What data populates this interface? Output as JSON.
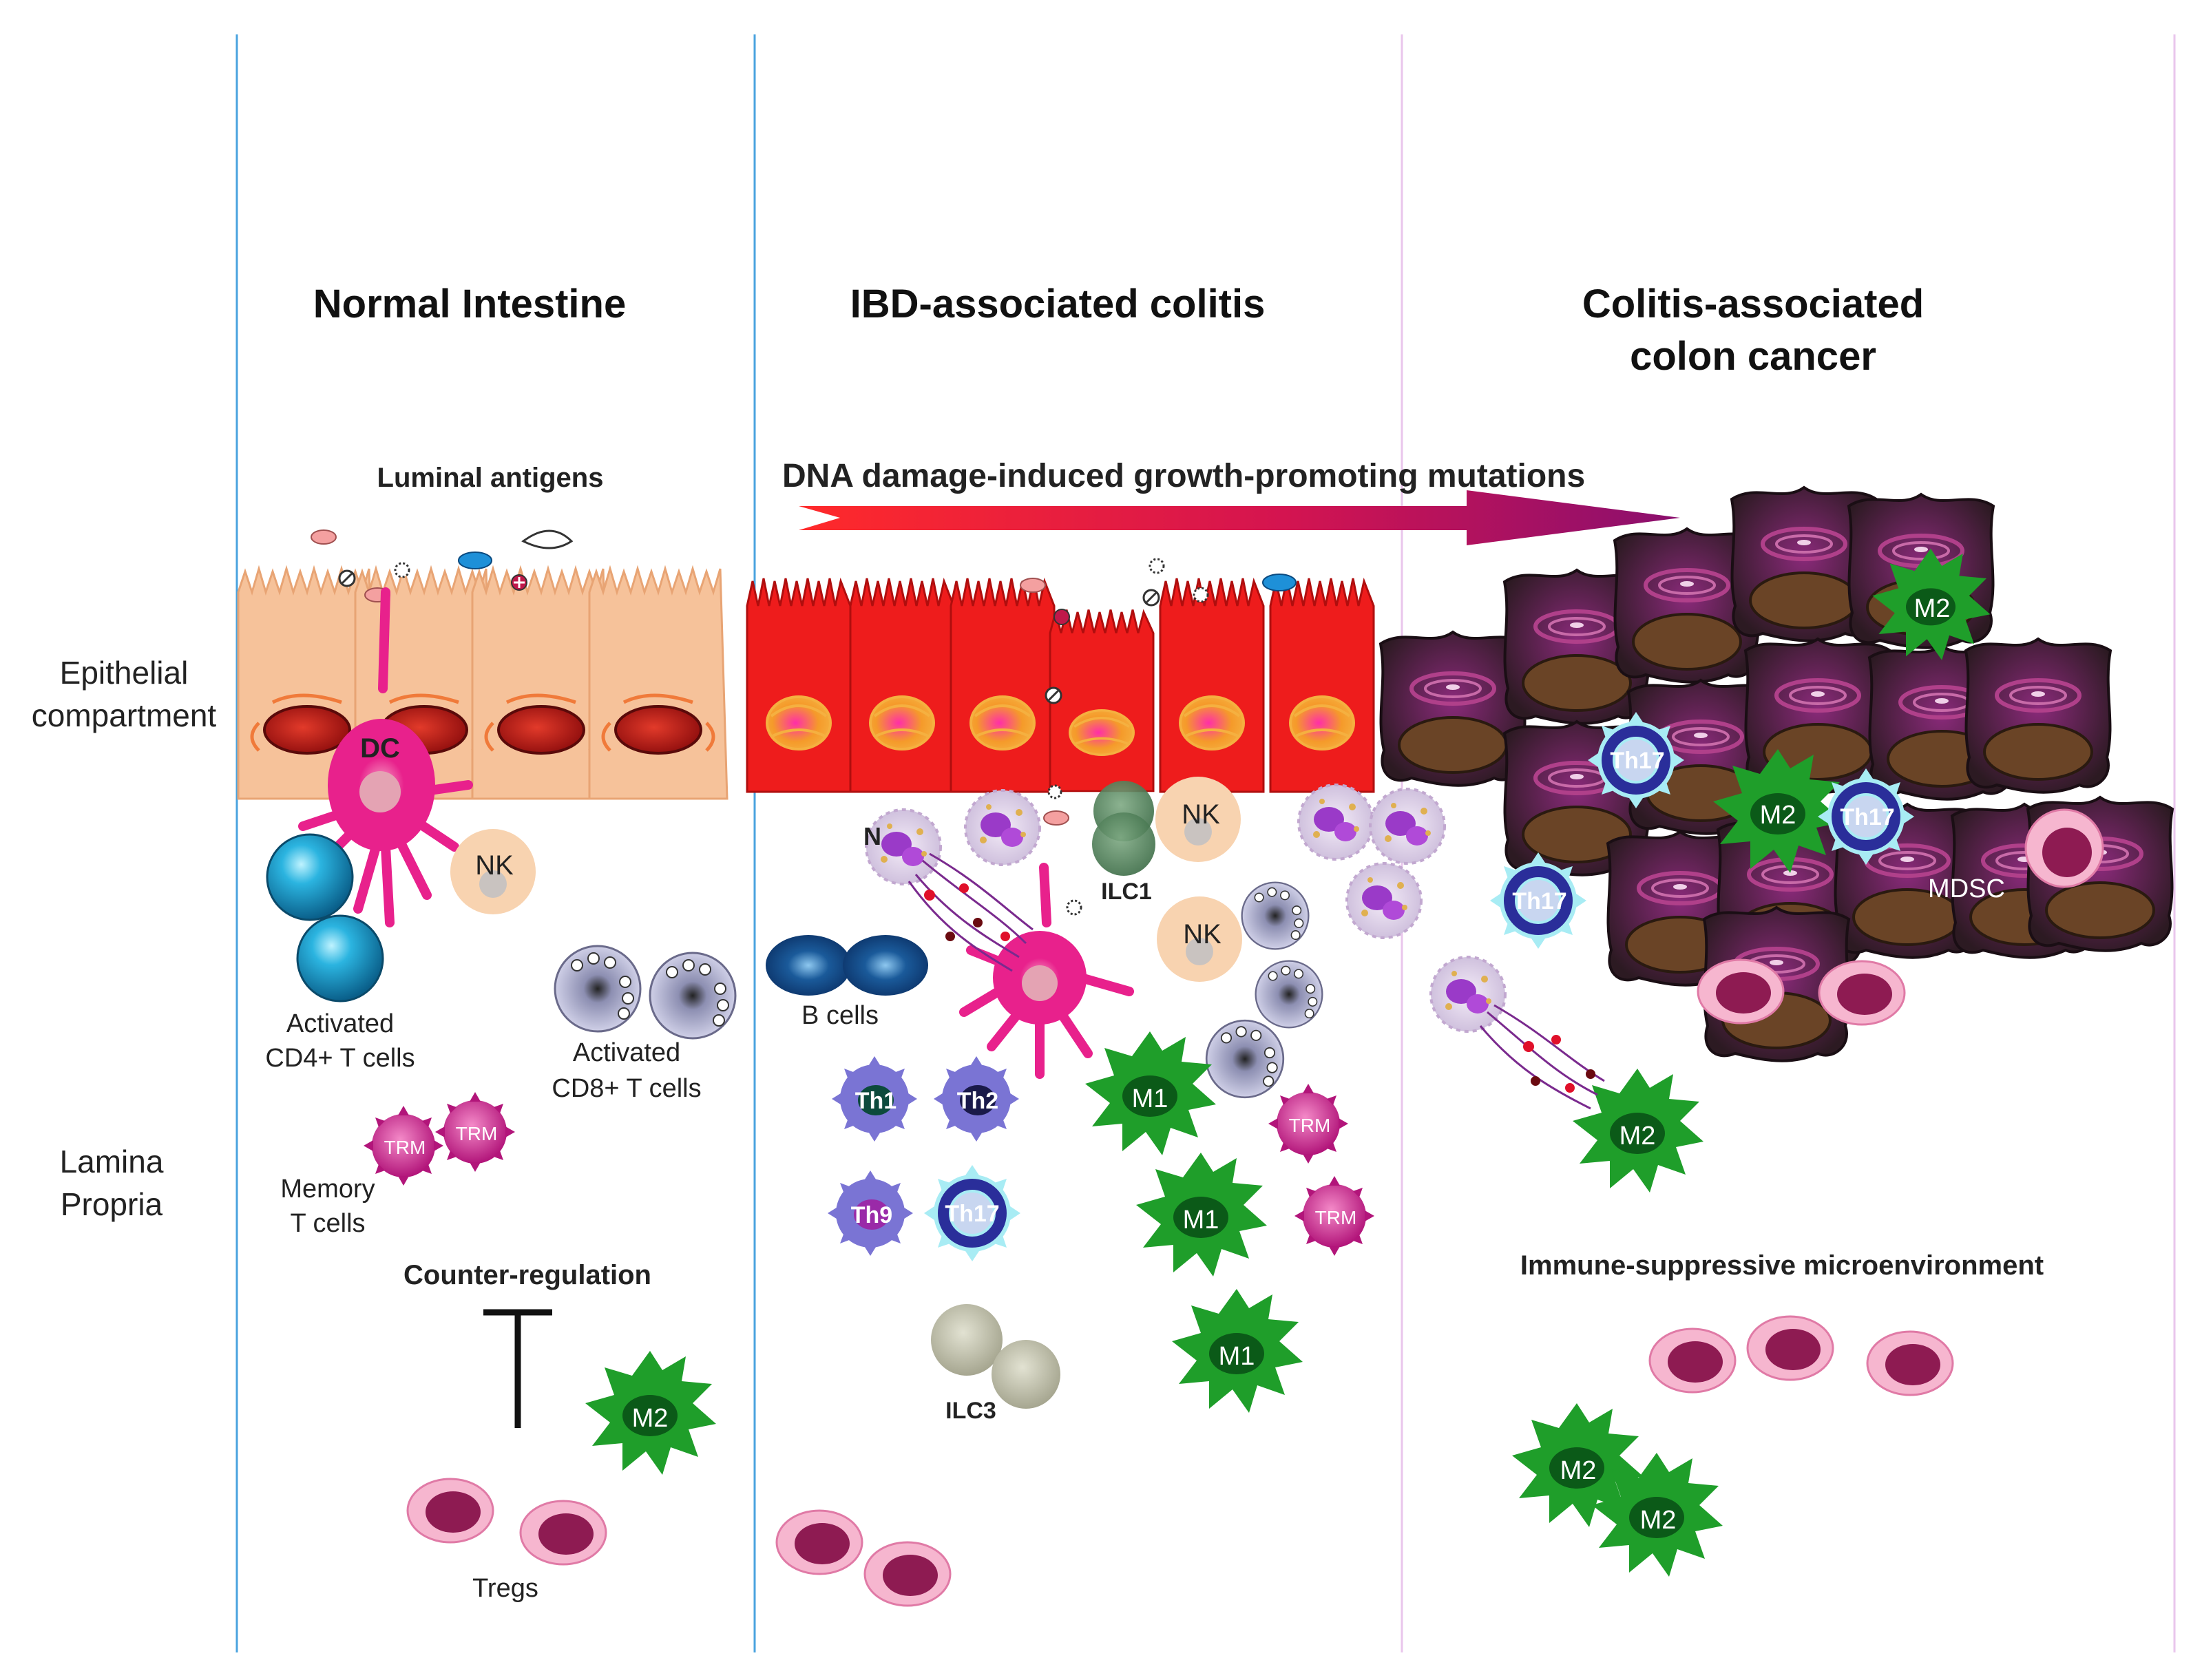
{
  "titles": {
    "normal": "Normal Intestine",
    "ibd": "IBD-associated colitis",
    "cancer_line1": "Colitis-associated",
    "cancer_line2": "colon cancer"
  },
  "compartments": {
    "epithelial_line1": "Epithelial",
    "epithelial_line2": "compartment",
    "lamina_line1": "Lamina",
    "lamina_line2": "Propria"
  },
  "annotations": {
    "luminal_antigens": "Luminal antigens",
    "dna_damage": "DNA damage-induced growth-promoting mutations",
    "counter_regulation": "Counter-regulation",
    "immune_suppressive": "Immune-suppressive microenvironment"
  },
  "cell_labels": {
    "dc": "DC",
    "nk": "NK",
    "activated_cd4_line1": "Activated",
    "activated_cd4_line2": "CD4+ T cells",
    "activated_cd8_line1": "Activated",
    "activated_cd8_line2": "CD8+ T cells",
    "memory_line1": "Memory",
    "memory_line2": "T cells",
    "trm": "TRM",
    "tregs": "Tregs",
    "m1": "M1",
    "m2": "M2",
    "b_cells": "B cells",
    "n": "N",
    "ilc1": "ILC1",
    "ilc3": "ILC3",
    "th1": "Th1",
    "th2": "Th2",
    "th9": "Th9",
    "th17": "Th17",
    "mdsc": "MDSC"
  },
  "colors": {
    "divider_blue": "#4aa3df",
    "divider_pink": "#e9c6ec",
    "normal_epithelium": "#f6c29a",
    "inflamed_epithelium": "#ee1c1c",
    "tumor_cell": "#3a2430",
    "dc_magenta": "#e8218c",
    "macrophage_green": "#1f9e2a",
    "nk_peach": "#f8d3b0",
    "treg_pink": "#f2a3c4"
  }
}
